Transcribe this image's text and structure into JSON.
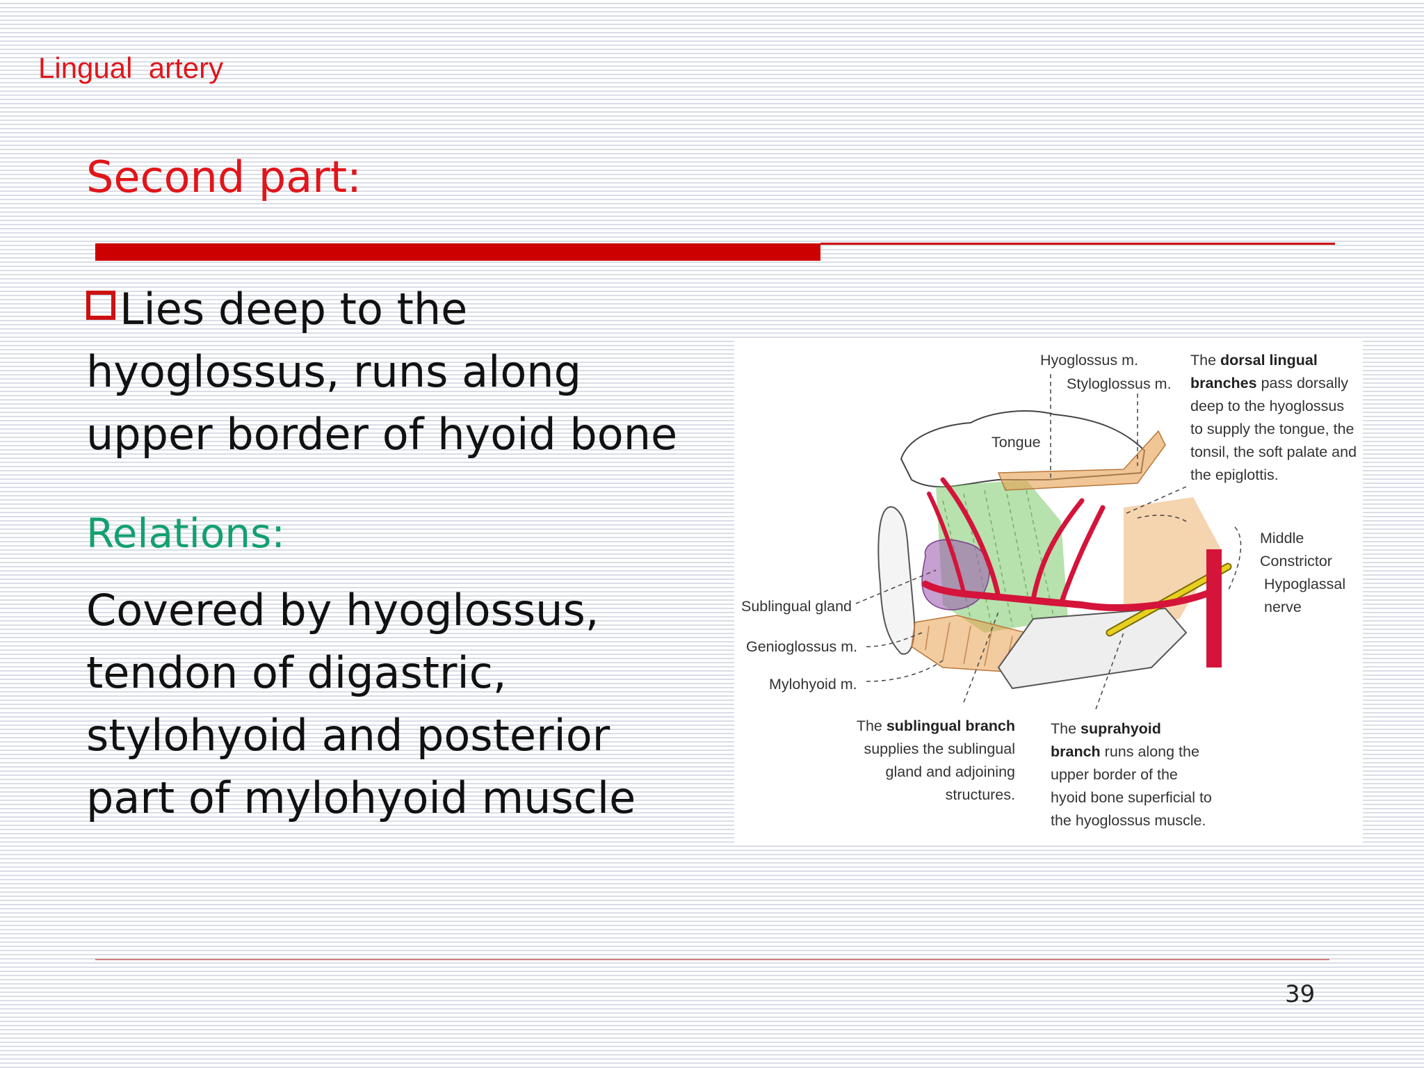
{
  "slide": {
    "header_title": "Lingual  artery",
    "section_title": "Second part:",
    "bullet_text": "Lies deep to the hyoglossus, runs along upper border of hyoid bone",
    "relations_heading": "Relations:",
    "relations_text": "Covered by hyoglossus, tendon of digastric, stylohyoid and posterior part of mylohyoid muscle",
    "page_number": "39"
  },
  "figure": {
    "labels": {
      "hyoglossus": "Hyoglossus m.",
      "styloglossus": "Styloglossus m.",
      "tongue": "Tongue",
      "sublingual_gland": "Sublingual gland",
      "genioglossus": "Genioglossus m.",
      "mylohyoid": "Mylohyoid m.",
      "middle_constrictor_1": "Middle",
      "middle_constrictor_2": "Constrictor",
      "hypoglossal_1": "Hypoglassal",
      "hypoglossal_2": "nerve"
    },
    "dorsal_note": {
      "l1_pre": "The ",
      "l1_bold": "dorsal lingual",
      "l2_bold": "branches",
      "l2_post": "  pass dorsally",
      "l3": "deep to the hyoglossus",
      "l4": "to supply the tongue, the",
      "l5": "tonsil, the soft palate and",
      "l6": "the epiglottis."
    },
    "sublingual_note": {
      "l1_pre": "The ",
      "l1_bold": "sublingual branch",
      "l2": "supplies the sublingual",
      "l3": "gland and adjoining",
      "l4": "structures."
    },
    "suprahyoid_note": {
      "l1_pre": "The ",
      "l1_bold": "suprahyoid",
      "l2_bold": "branch",
      "l2_post": " runs along the",
      "l3": "upper border of the",
      "l4": "hyoid bone superficial to",
      "l5": "the hyoglossus muscle."
    },
    "colors": {
      "artery": "#d4143a",
      "muscle_orange": "#e8a050",
      "hyoglossus_green": "#7cc86a",
      "gland_purple": "#a060b0",
      "nerve_yellow": "#e8d020"
    }
  }
}
